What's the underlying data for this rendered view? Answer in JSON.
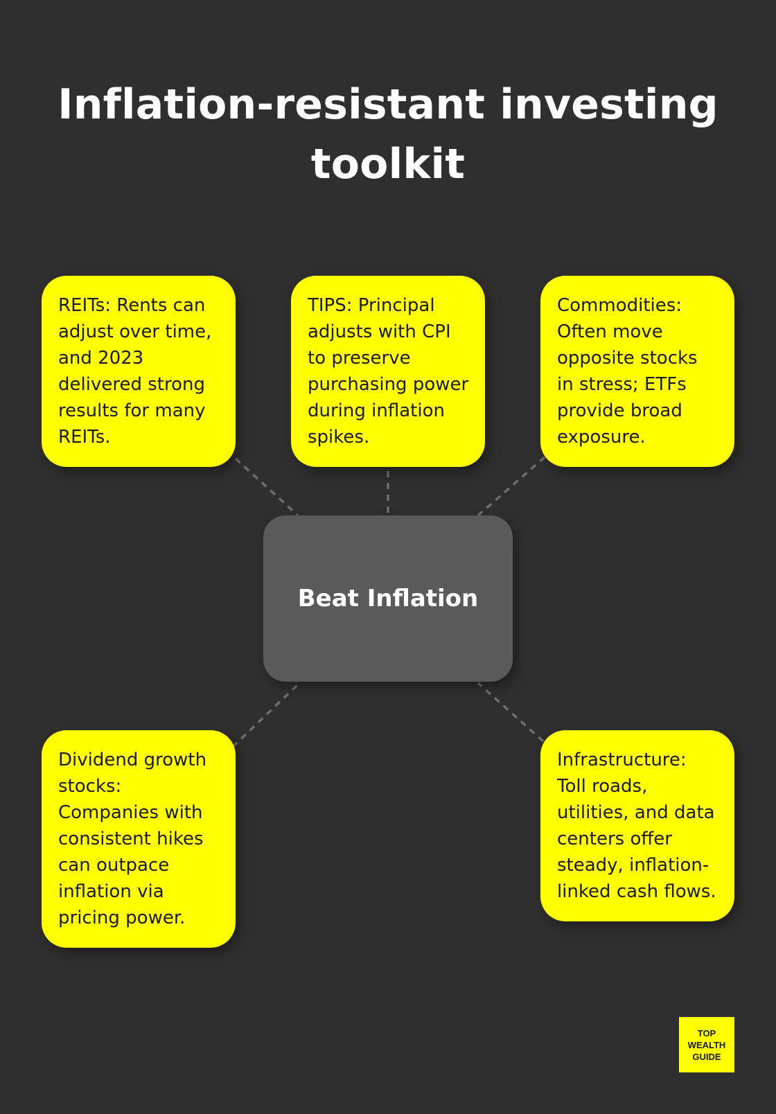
{
  "title": "Inflation-resistant investing toolkit",
  "center_node": {
    "label": "Beat Inflation"
  },
  "cards": [
    {
      "id": "reits",
      "text": "REITs: Rents can adjust over time, and 2023 delivered strong results for many REITs."
    },
    {
      "id": "tips",
      "text": "TIPS: Principal adjusts with CPI to preserve purchasing power during inflation spikes."
    },
    {
      "id": "commodities",
      "text": "Commodities: Often move opposite stocks in stress; ETFs provide broad exposure."
    },
    {
      "id": "dividend-growth",
      "text": "Dividend growth stocks: Companies with consistent hikes can outpace inflation via pricing power."
    },
    {
      "id": "infrastructure",
      "text": "Infrastructure: Toll roads, utilities, and data centers offer steady, inflation-linked cash flows."
    }
  ],
  "logo": {
    "text": "TOP\nWEALTH\nGUIDE"
  },
  "colors": {
    "background": "#2f2f2f",
    "card": "#ffff00",
    "center_node": "#5a5a5a",
    "connector": "#6e6e6e",
    "title_text": "#ffffff"
  }
}
